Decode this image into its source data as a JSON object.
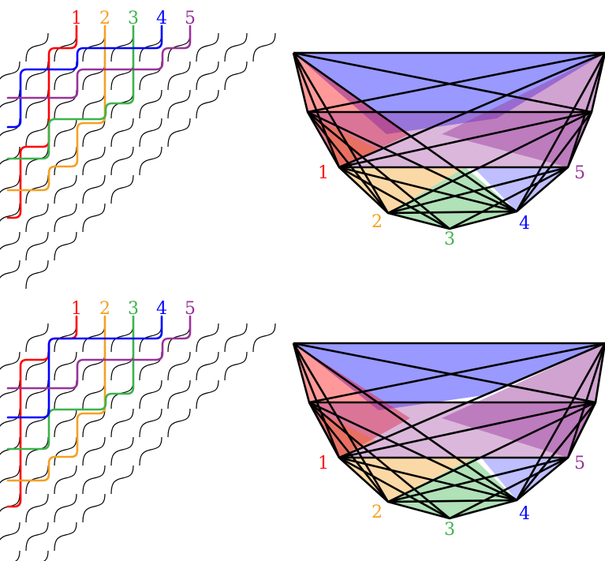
{
  "colors": {
    "red": "#ff0000",
    "orange": "#f5a023",
    "green": "#3cb44b",
    "blue": "#0000ff",
    "purple": "#993399",
    "wire": "#000000"
  },
  "figures": [
    {
      "labels": [
        "1",
        "2",
        "3",
        "4",
        "5"
      ],
      "pipe_dream_label_colors": [
        "red",
        "orange",
        "green",
        "blue",
        "purple"
      ],
      "polytope_labels": [
        "1",
        "2",
        "3",
        "4",
        "5"
      ]
    },
    {
      "labels": [
        "1",
        "2",
        "3",
        "4",
        "5"
      ],
      "pipe_dream_label_colors": [
        "red",
        "orange",
        "green",
        "blue",
        "purple"
      ],
      "polytope_labels": [
        "1",
        "2",
        "3",
        "4",
        "5"
      ]
    }
  ]
}
